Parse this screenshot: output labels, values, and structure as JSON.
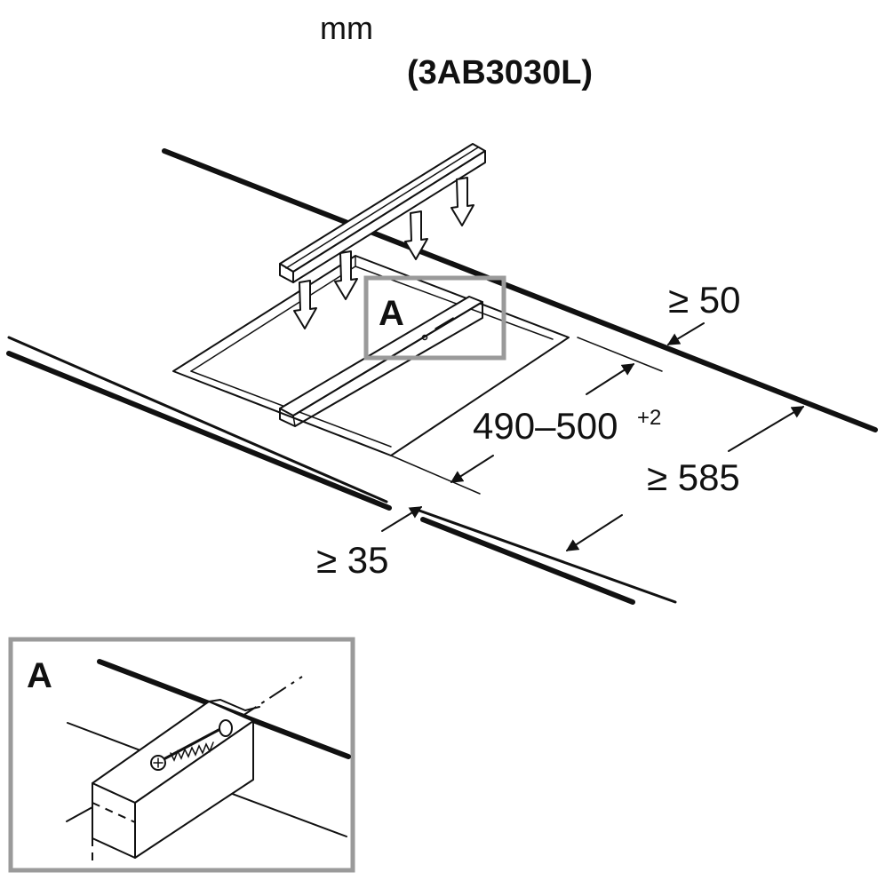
{
  "header": {
    "unit": "mm",
    "model": "(3AB3030L)"
  },
  "dimensions": {
    "rear_clearance": "≥ 50",
    "cutout_width": "490–500",
    "cutout_width_tolerance": "+2",
    "worktop_depth": "≥ 585",
    "front_clearance": "≥ 35"
  },
  "callout": {
    "marker": "A",
    "detail_label": "A"
  },
  "icons": {
    "screw": "screw-icon",
    "press_arrows": "down-arrow-icon"
  }
}
